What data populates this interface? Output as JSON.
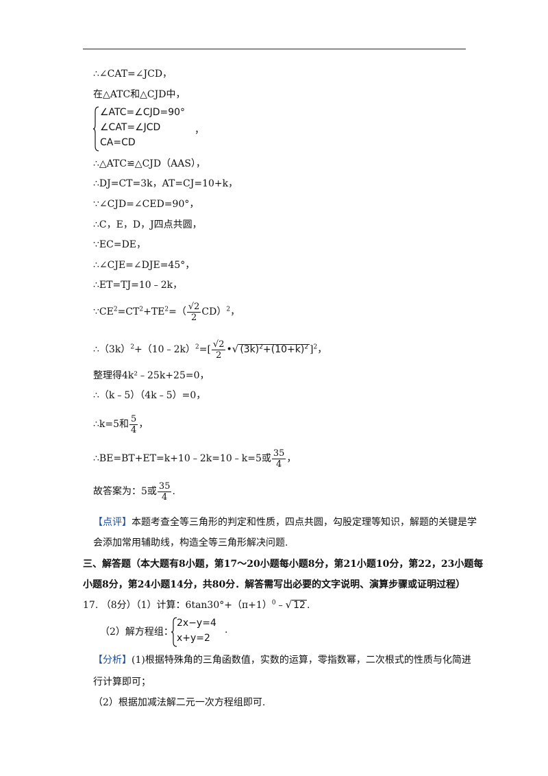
{
  "line_therefore_angle": "∴∠CAT=∠JCD，",
  "in_triangles": "在△ATC和△CJD中，",
  "system1": {
    "rows": [
      "∠ATC=∠CJD=90°",
      "∠CAT=∠JCD",
      "CA=CD"
    ],
    "trail": "，"
  },
  "congruent": "∴△ATC≌△CJD（AAS），",
  "dj_ct": "∴DJ=CT=3k，AT=CJ=10+k，",
  "because_angle": "∵∠CJD=∠CED=90°，",
  "concyclic": "∴C，E，D，J四点共圆，",
  "ec_de": "∵EC=DE，",
  "angle45": "∴∠CJE=∠DJE=45°，",
  "et_tj": "∴ET=TJ=10﹣2k，",
  "ce_sq": {
    "prefix": "∵CE",
    "mid": "=CT",
    "mid2": "+TE",
    "eq": "=（",
    "frac_num": "√2",
    "frac_den": "2",
    "after": "CD）",
    "end": "，"
  },
  "eq_line": {
    "prefix": "∴（3k）",
    "plus": "+（10﹣2k）",
    "eq": "=[",
    "frac_num": "√2",
    "frac_den": "2",
    "dot": "•",
    "rad": "(3k)",
    "rad2": "+(10+k)",
    "close": "]",
    "end": "，"
  },
  "organize": "整理得4k²﹣25k+25=0，",
  "factor": "∴（k﹣5）（4k﹣5）=0，",
  "k_sol": {
    "prefix": "∴k=5和",
    "num": "5",
    "den": "4",
    "end": "，"
  },
  "be_line": {
    "prefix": "∴BE=BT+ET=k+10﹣2k=10﹣k=5或",
    "num": "35",
    "den": "4",
    "end": "，"
  },
  "answer": {
    "prefix": "故答案为：5或",
    "num": "35",
    "den": "4",
    "end": "."
  },
  "comment": {
    "tag": "【点评】",
    "text1": "本题考查全等三角形的判定和性质，四点共圆，勾股定理等知识，解题的关键是学",
    "text2": "会添加常用辅助线，构造全等三角形解决问题."
  },
  "section": {
    "line1": "三、解答题（本大题有8小题，第17～20小题每小题8分，第21小题10分，第22，23小题每",
    "line2": "小题8分，第24小题14分，共80分．解答需写出必要的文字说明、演算步骤或证明过程）"
  },
  "q17": {
    "num": "17.",
    "pts": "（8分）（1）计算：6tan30°+（π+1）",
    "sup": "0",
    "minus": "﹣",
    "rad": "12",
    "end": "."
  },
  "q17_2": {
    "label": "（2）解方程组：",
    "rows": [
      "2x−y=4",
      "x+y=2"
    ],
    "end": "."
  },
  "analysis": {
    "tag": "【分析】",
    "text1": "(1)根据特殊角的三角函数值，实数的运算，零指数幂，二次根式的性质与化简进",
    "text2": "行计算即可；",
    "text3": "（2）根据加减法解二元一次方程组即可."
  }
}
